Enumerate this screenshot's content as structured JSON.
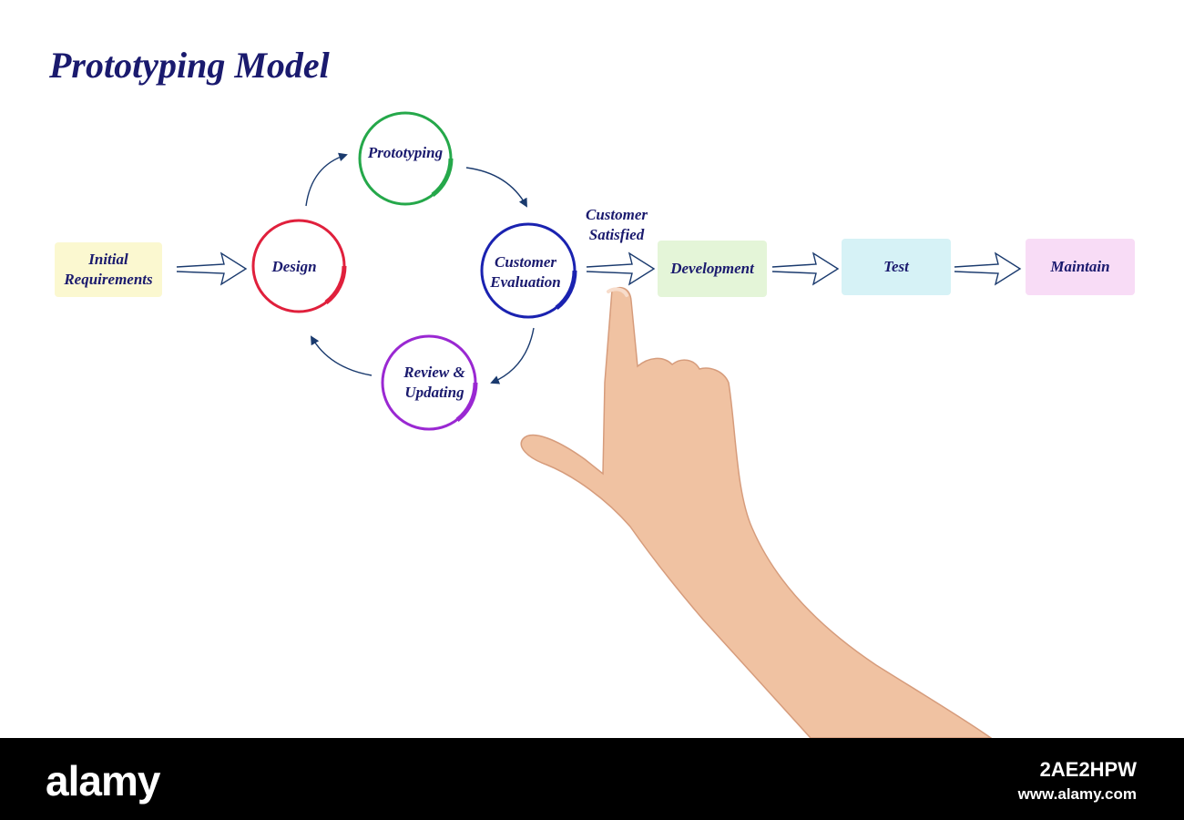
{
  "title": "Prototyping Model",
  "nodes": {
    "initial": [
      "Initial",
      "Requirements"
    ],
    "design": "Design",
    "prototyping": "Prototyping",
    "evaluation": [
      "Customer",
      "Evaluation"
    ],
    "review": [
      "Review &",
      "Updating"
    ],
    "development": "Development",
    "test": "Test",
    "maintain": "Maintain"
  },
  "satisfied_label": [
    "Customer",
    "Satisfied"
  ],
  "colors": {
    "title": "#1a1a6e",
    "initial_box": "#fbf8d0",
    "development_box": "#e4f5d8",
    "test_box": "#d6f2f6",
    "maintain_box": "#f8dcf6",
    "design_circle": "#e0203c",
    "prototyping_circle": "#25a84a",
    "evaluation_circle": "#1a22b0",
    "review_circle": "#9a28d2",
    "arrow": "#1a3a6e",
    "skin": "#f0c2a2"
  },
  "footer": {
    "brand": "alamy",
    "image_id": "2AE2HPW",
    "site": "www.alamy.com"
  }
}
